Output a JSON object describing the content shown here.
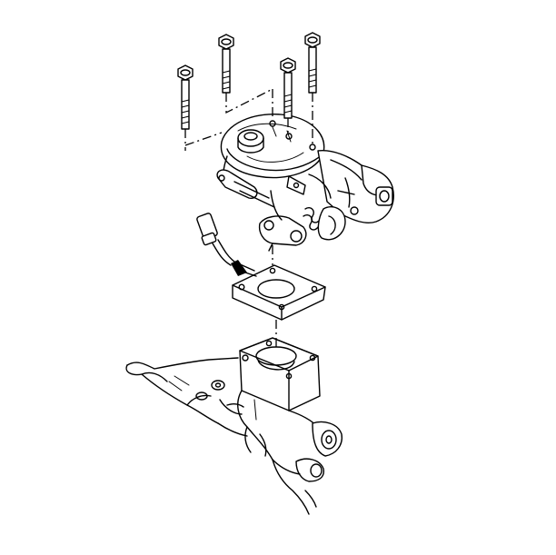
{
  "diagram": {
    "kind": "exploded-view line drawing",
    "parts": [
      {
        "id": "bolt",
        "count": 4
      },
      {
        "id": "throttle-body-assembly",
        "count": 1
      },
      {
        "id": "electrical-connector",
        "count": 1
      },
      {
        "id": "gasket",
        "count": 1
      },
      {
        "id": "intake-manifold",
        "count": 1
      }
    ],
    "colors": {
      "line": "#000000",
      "background": "#ffffff"
    }
  }
}
